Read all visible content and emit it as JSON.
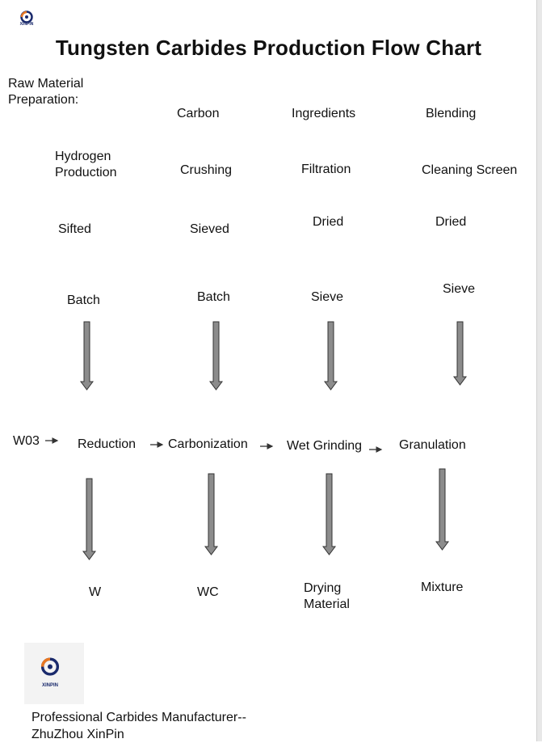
{
  "header": {
    "logo_text": "XINPIN",
    "title": "Tungsten Carbides Production Flow Chart"
  },
  "section_label": "Raw Material\nPreparation:",
  "grid": {
    "row1": [
      "Carbon",
      "Ingredients",
      "Blending"
    ],
    "row2": [
      "Hydrogen\nProduction",
      "Crushing",
      "Filtration",
      "Cleaning Screen"
    ],
    "row3": [
      "Sifted",
      "Sieved",
      "Dried",
      "Dried"
    ],
    "row4": [
      "Batch",
      "Batch",
      "Sieve",
      "Sieve"
    ]
  },
  "process": {
    "input": "W03",
    "steps": [
      "Reduction",
      "Carbonization",
      "Wet Grinding",
      "Granulation"
    ]
  },
  "outputs": [
    "W",
    "WC",
    "Drying\nMaterial",
    "Mixture"
  ],
  "footer": {
    "logo_text": "XINPIN",
    "caption": "Professional  Carbides Manufacturer--\nZhuZhou XinPin"
  },
  "colors": {
    "arrow_fill": "#8c8c8c",
    "arrow_stroke": "#333333",
    "logo_blue": "#1a2a6c",
    "logo_orange": "#e87722"
  }
}
